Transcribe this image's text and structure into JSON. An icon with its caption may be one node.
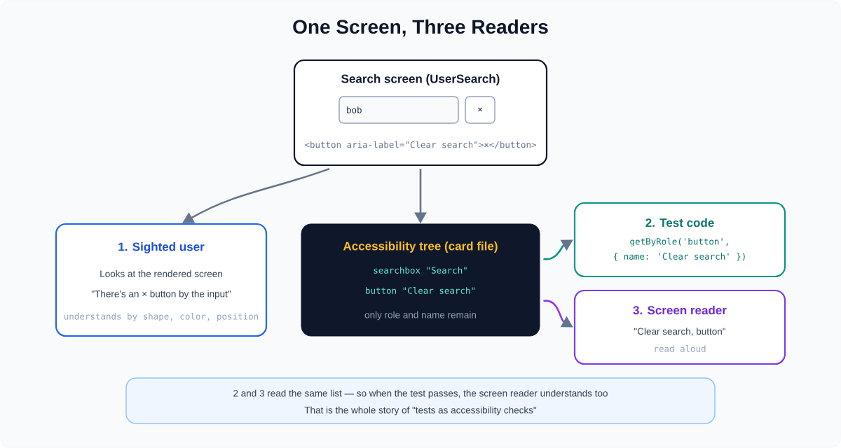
{
  "diagram": {
    "title": "One Screen, Three Readers",
    "nodes": [
      {
        "text": [
          "Search screen (UserSearch)",
          "<button aria-label=\"Clear search\">×</button>"
        ]
      },
      {
        "text": [
          "bob"
        ],
        "in": 0
      },
      {
        "text": [
          "×"
        ],
        "in": 0
      },
      {
        "text": [
          "1. Sighted user",
          "Looks at the rendered screen",
          "\"There's an × button by the input\"",
          "understands by shape, color, position"
        ]
      },
      {
        "text": [
          "Accessibility tree (card file)",
          "searchbox \"Search\"",
          "button \"Clear search\"",
          "only role and name remain"
        ]
      },
      {
        "text": [
          "2. Test code",
          "getByRole('button',",
          "{ name: 'Clear search' })"
        ]
      },
      {
        "text": [
          "3. Screen reader",
          "\"Clear search, button\"",
          "read aloud"
        ]
      },
      {
        "text": [
          "2 and 3 read the same list — so when the test passes, the screen reader understands too",
          "That is the whole story of \"tests as accessibility checks\""
        ]
      }
    ],
    "edges": [
      {
        "from": 0,
        "to": 3,
        "arrow": "to"
      },
      {
        "from": 0,
        "to": 4,
        "arrow": "to"
      },
      {
        "from": 4,
        "to": 5,
        "arrow": "to",
        "color": "#0d9488"
      },
      {
        "from": 4,
        "to": 6,
        "arrow": "to",
        "color": "#9333ea"
      }
    ]
  }
}
